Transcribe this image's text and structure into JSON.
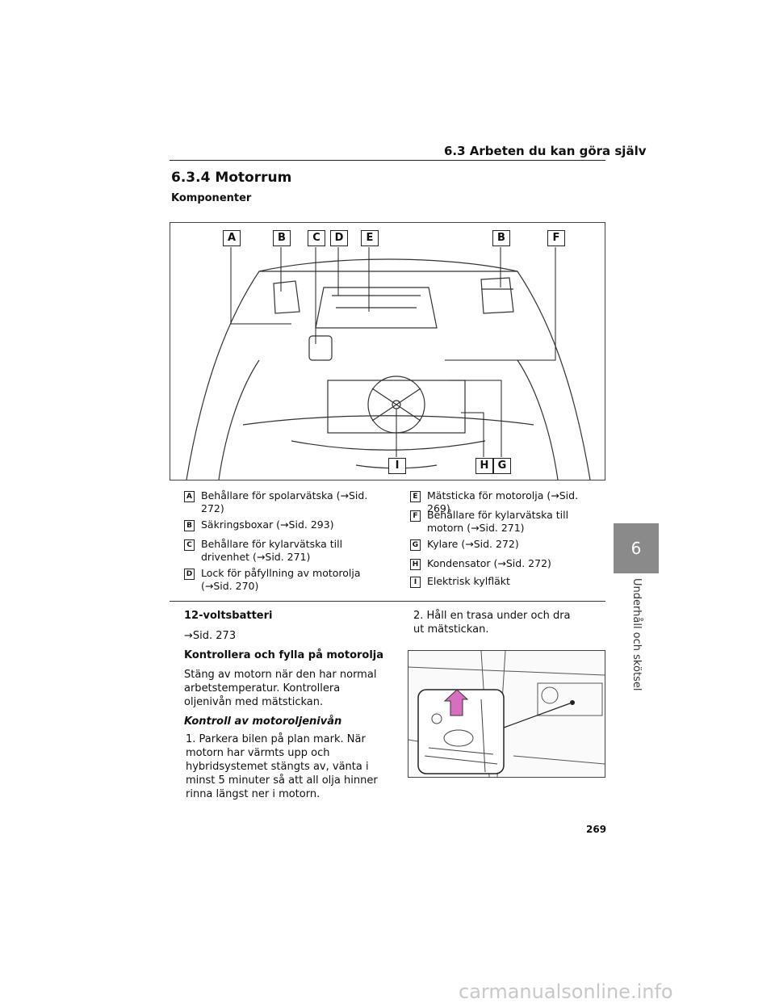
{
  "header": {
    "title": "6.3  Arbeten du kan göra själv"
  },
  "section": {
    "title": "6.3.4  Motorrum",
    "subheading": "Komponenter"
  },
  "diagram": {
    "labels": [
      "A",
      "B",
      "C",
      "D",
      "E",
      "B",
      "F",
      "I",
      "H",
      "G"
    ]
  },
  "legend": {
    "left": [
      {
        "key": "A",
        "text": "Behållare för spolarvätska (→Sid. 272)"
      },
      {
        "key": "B",
        "text": "Säkringsboxar (→Sid. 293)"
      },
      {
        "key": "C",
        "text": "Behållare för kylarvätska till drivenhet (→Sid. 271)"
      },
      {
        "key": "D",
        "text": "Lock för påfyllning av motorolja (→Sid. 270)"
      }
    ],
    "right": [
      {
        "key": "E",
        "text": "Mätsticka för motorolja (→Sid. 269)"
      },
      {
        "key": "F",
        "text": "Behållare för kylarvätska till motorn (→Sid. 271)"
      },
      {
        "key": "G",
        "text": "Kylare (→Sid. 272)"
      },
      {
        "key": "H",
        "text": "Kondensator (→Sid. 272)"
      },
      {
        "key": "I",
        "text": "Elektrisk kylfläkt"
      }
    ]
  },
  "body": {
    "battery_heading": "12-voltsbatteri",
    "battery_ref": "→Sid. 273",
    "oil_heading": "Kontrollera och fylla på motorolja",
    "oil_text": "Stäng av motorn när den har normal arbetstemperatur. Kontrollera oljenivån med mätstickan.",
    "oil_sub_heading": "Kontroll av motoroljenivån",
    "step1": "1. Parkera bilen på plan mark. När motorn har värmts upp och hybridsystemet stängts av, vänta i minst 5 minuter så att all olja hinner rinna längst ner i motorn.",
    "step2": "2. Håll en trasa under och dra ut mätstickan."
  },
  "side_tab": {
    "number": "6",
    "label": "Underhåll och skötsel"
  },
  "page_number": "269",
  "watermark": "carmanualsonline.info"
}
